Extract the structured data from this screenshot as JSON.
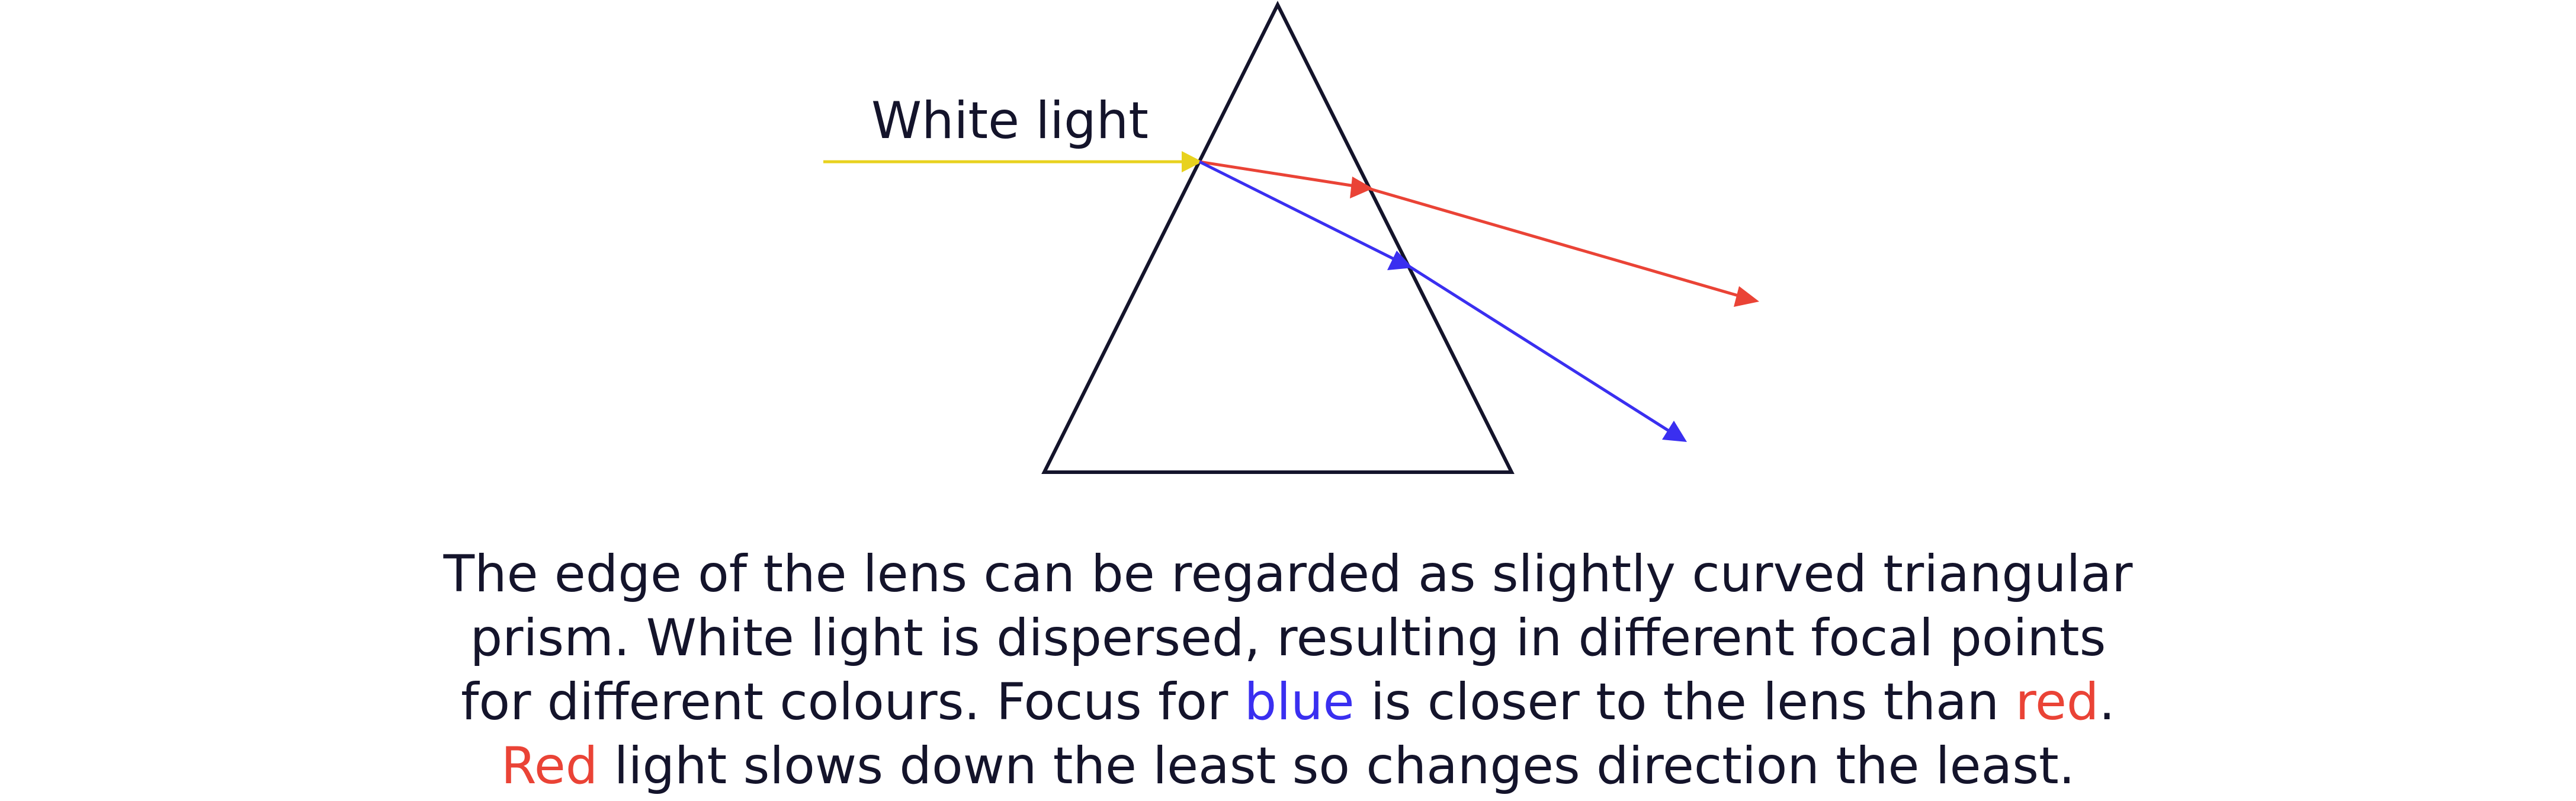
{
  "diagram": {
    "ray_label": "White light"
  },
  "caption": {
    "line1": "The edge of the lens can be regarded as slightly curved triangular",
    "line2": "prism. White light is dispersed, resulting in different focal points",
    "line3_a": "for different colours. Focus for ",
    "line3_blue": "blue",
    "line3_b": " is closer to the lens than ",
    "line3_red": "red",
    "line3_c": ".",
    "line4_red": "Red",
    "line4_b": " light slows down the least so changes direction the least."
  },
  "colors": {
    "white_light_ray": "#e8d21e",
    "red_ray": "#ea4336",
    "blue_ray": "#3a2ff0",
    "prism_outline": "#14142b",
    "text": "#14142b"
  }
}
